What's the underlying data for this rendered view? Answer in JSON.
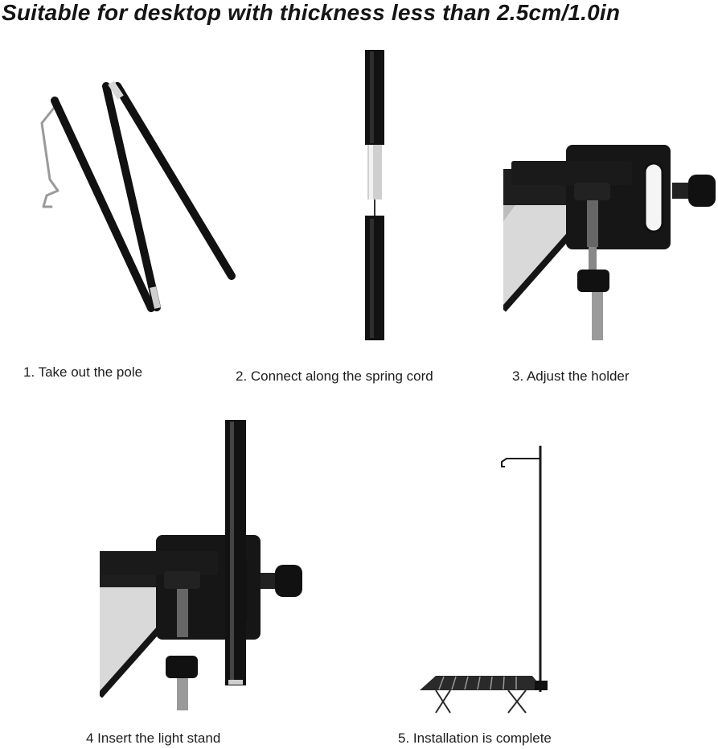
{
  "header": {
    "title": "Suitable for desktop with thickness less than 2.5cm/1.0in"
  },
  "steps": [
    {
      "caption": "1. Take out the pole"
    },
    {
      "caption": "2. Connect along the spring cord"
    },
    {
      "caption": "3. Adjust the holder"
    },
    {
      "caption": "4 Insert the light stand"
    },
    {
      "caption": "5. Installation is complete"
    }
  ]
}
